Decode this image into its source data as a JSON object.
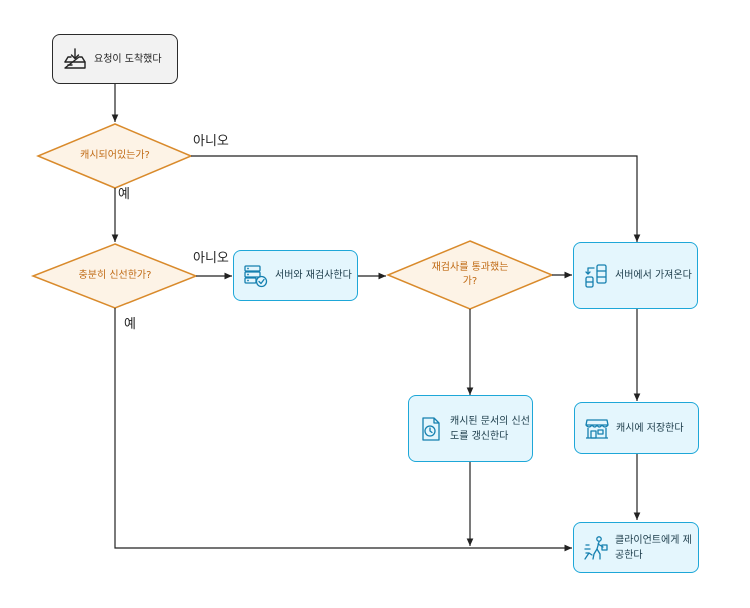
{
  "nodes": {
    "start": "요청이 도착했다",
    "q_cached": "캐시되어있는가?",
    "q_fresh": "충분히 신선한가?",
    "revalidate": "서버와 재검사한다",
    "q_passed_line1": "재검사를 통과했는",
    "q_passed_line2": "가?",
    "fetch": "서버에서 가져온다",
    "update_line1": "캐시된 문서의 신선",
    "update_line2": "도를 갱신한다",
    "store": "캐시에 저장한다",
    "serve_line1": "클라이언트에게 제",
    "serve_line2": "공한다"
  },
  "edge_labels": {
    "no_1": "아니오",
    "yes_1": "예",
    "no_2": "아니오",
    "yes_2": "예"
  },
  "icons": {
    "start": "inbox-download-icon",
    "revalidate": "server-check-icon",
    "fetch": "server-transfer-icon",
    "update": "document-clock-icon",
    "store": "storefront-icon",
    "serve": "delivery-person-icon"
  },
  "colors": {
    "decision_fill": "#fdf3e6",
    "decision_stroke": "#d98a2b",
    "decision_text": "#c06a14",
    "process_fill": "#e4f6fd",
    "process_stroke": "#1ea7d8",
    "start_fill": "#f2f2f2",
    "start_stroke": "#2b2b2b",
    "edge": "#222222"
  }
}
